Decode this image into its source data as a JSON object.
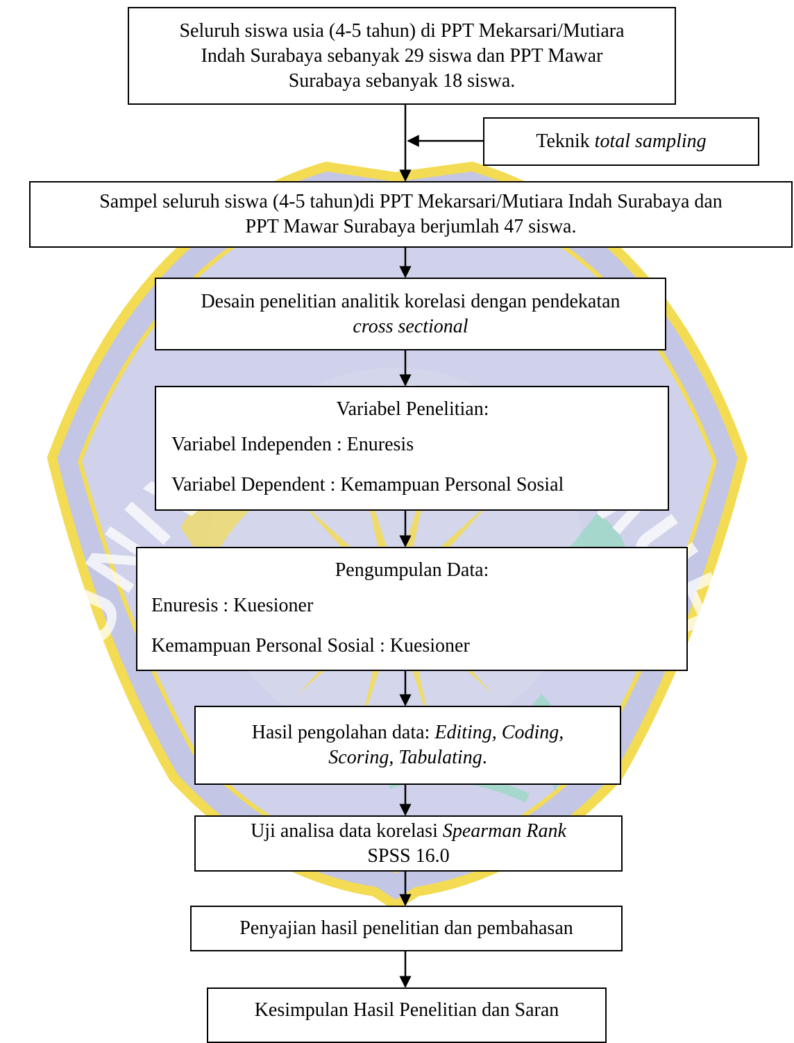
{
  "colors": {
    "line": "#000000",
    "box_fill": "#ffffff",
    "watermark_blue": "#c3c6e4",
    "watermark_yellow": "#f3dc54",
    "watermark_green": "#9ad8c4"
  },
  "watermark": {
    "kind": "university-seal",
    "arc_text": "UNIVERSITAS MUHAMMADIYAH SURABAYA"
  },
  "flow": {
    "population": {
      "lines": [
        "Seluruh siswa usia (4-5 tahun) di PPT Mekarsari/Mutiara",
        "Indah Surabaya sebanyak 29 siswa dan PPT Mawar",
        "Surabaya sebanyak 18 siswa."
      ]
    },
    "technique": {
      "prefix": "Teknik ",
      "italic": "total sampling"
    },
    "sample": {
      "lines": [
        "Sampel seluruh siswa (4-5 tahun)di PPT Mekarsari/Mutiara Indah Surabaya dan",
        "PPT Mawar Surabaya berjumlah 47 siswa."
      ]
    },
    "design": {
      "line1": "Desain penelitian analitik korelasi dengan pendekatan",
      "line2_italic": "cross sectional"
    },
    "variables": {
      "title": "Variabel Penelitian:",
      "independent": "Variabel Independen : Enuresis",
      "dependent": "Variabel Dependent : Kemampuan Personal Sosial"
    },
    "collection": {
      "title": "Pengumpulan Data:",
      "item1": "Enuresis : Kuesioner",
      "item2": "Kemampuan Personal Sosial : Kuesioner"
    },
    "processing": {
      "prefix": "Hasil pengolahan data: ",
      "italic1": "Editing, Coding,",
      "italic2": "Scoring, Tabulating",
      "suffix": "."
    },
    "analysis": {
      "prefix": "Uji analisa data korelasi ",
      "italic": "Spearman Rank",
      "line2": "SPSS 16.0"
    },
    "presentation": {
      "text": "Penyajian hasil penelitian dan pembahasan"
    },
    "conclusion": {
      "text": "Kesimpulan Hasil Penelitian dan Saran"
    }
  }
}
